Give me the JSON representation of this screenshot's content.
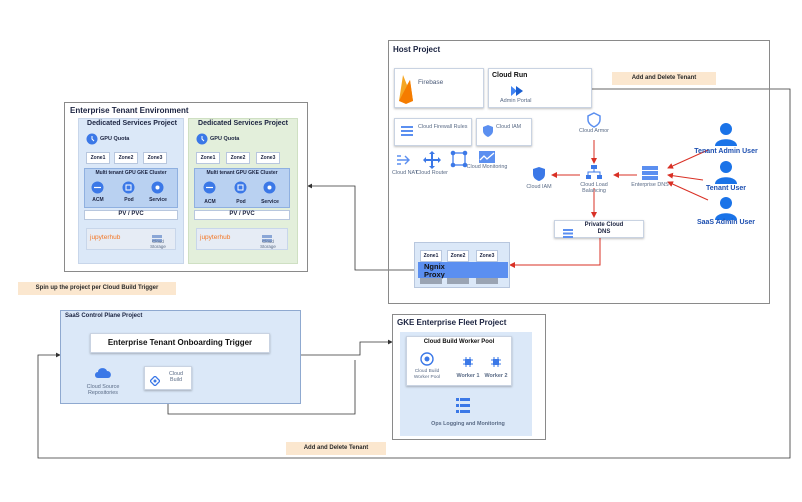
{
  "host": {
    "title": "Host Project",
    "firebase": "Firebase",
    "cloud_run": "Cloud Run",
    "admin_portal": "Admin Portal",
    "firewall": "Cloud Firewall Rules",
    "iam_top": "Cloud IAM",
    "armor": "Cloud Armor",
    "nat": "Cloud NAT",
    "router": "Cloud Router",
    "monitoring": "Cloud Monitoring",
    "iam": "Cloud IAM",
    "load_balancing": "Cloud Load Balancing",
    "enterprise_dns": "Enterprise DNS",
    "private_dns": "Private Cloud DNS",
    "zones": [
      "Zone1",
      "Zone2",
      "Zone3"
    ],
    "ngnix_proxy": "Ngnix Proxy"
  },
  "users": {
    "tenant_admin": "Tenant Admin User",
    "tenant_user": "Tenant User",
    "saas_admin": "SaaS Admin User"
  },
  "labels": {
    "add_delete_tenant_top": "Add and Delete Tenant",
    "add_delete_tenant_bottom": "Add and Delete Tenant",
    "spin_up": "Spin up the  project  per Cloud Build Trigger"
  },
  "enterprise": {
    "title": "Enterprise Tenant Environment",
    "projects": [
      {
        "title": "Dedicated Services Project",
        "gpu_quota": "GPU Quota",
        "zones": [
          "Zone1",
          "Zone2",
          "Zone3"
        ],
        "cluster": "Multi tenant GPU GKE Cluster",
        "acm": "ACM",
        "pod": "Pod",
        "service": "Service",
        "pv": "PV / PVC",
        "jupyter": "jupyterhub",
        "storage": "Cloud Storage"
      },
      {
        "title": "Dedicated Services Project",
        "gpu_quota": "GPU Quota",
        "zones": [
          "Zone1",
          "Zone2",
          "Zone3"
        ],
        "cluster": "Multi tenant GPU GKE Cluster",
        "acm": "ACM",
        "pod": "Pod",
        "service": "Service",
        "pv": "PV / PVC",
        "jupyter": "jupyterhub",
        "storage": "Cloud Storage"
      }
    ]
  },
  "saas": {
    "title": "SaaS Control Plane Project",
    "trigger": "Enterprise Tenant Onboarding Trigger",
    "source_repos": "Cloud Source Repositories",
    "cloud_build": "Cloud Build"
  },
  "gke_fleet": {
    "title": "GKE Enterprise Fleet Project",
    "worker_pool_title": "Cloud Build Worker Pool",
    "worker_pool": "Cloud Build Worker Pool",
    "worker1": "Worker 1",
    "worker2": "Worker 2",
    "ops": "Ops Logging and Monitoring"
  },
  "colors": {
    "blue_icon": "#3b78e7",
    "user_blue": "#1a73e8",
    "arrow_red": "#d93025",
    "orange_label": "#fbe7cf",
    "green_panel": "#e3efdb",
    "blue_panel": "#dbe8f8"
  }
}
